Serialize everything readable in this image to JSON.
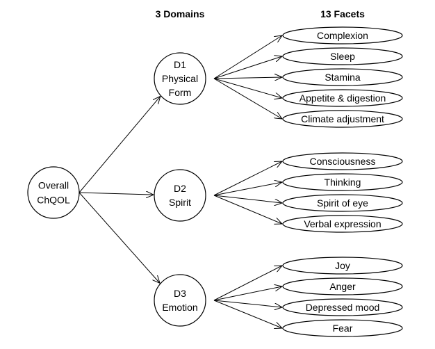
{
  "headers": {
    "domains": "3 Domains",
    "facets": "13 Facets"
  },
  "root": {
    "lines": [
      "Overall",
      "ChQOL"
    ]
  },
  "domains": [
    {
      "lines": [
        "D1",
        "Physical",
        "Form"
      ],
      "facets": [
        "Complexion",
        "Sleep",
        "Stamina",
        "Appetite & digestion",
        "Climate adjustment"
      ]
    },
    {
      "lines": [
        "D2",
        "Spirit"
      ],
      "facets": [
        "Consciousness",
        "Thinking",
        "Spirit of eye",
        "Verbal expression"
      ]
    },
    {
      "lines": [
        "D3",
        "Emotion"
      ],
      "facets": [
        "Joy",
        "Anger",
        "Depressed mood",
        "Fear"
      ]
    }
  ]
}
